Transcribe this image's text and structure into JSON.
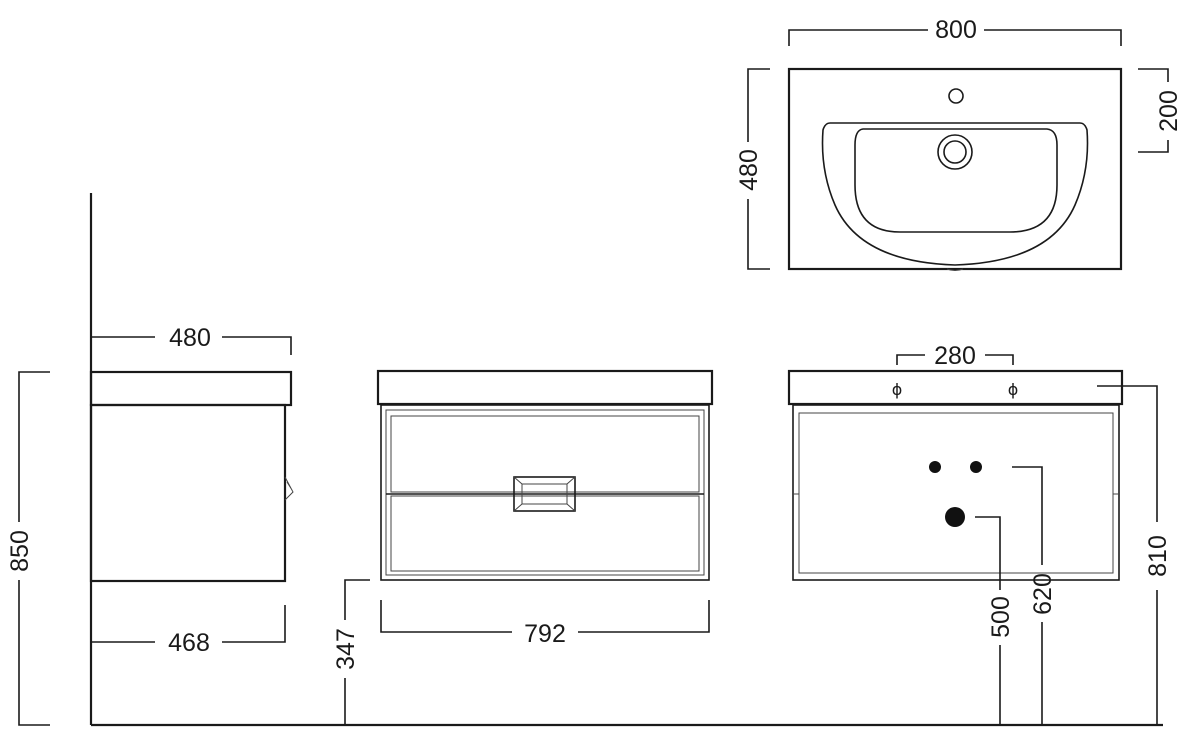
{
  "dimensions": {
    "top_width": "800",
    "top_depth": "480",
    "bowl_offset": "200",
    "side_depth": "480",
    "side_cabinet_depth": "468",
    "total_height": "850",
    "floor_clearance": "347",
    "front_width": "792",
    "tap_spacing": "280",
    "rear_height": "810",
    "waste_height": "500",
    "supply_height": "620"
  },
  "symbols": {
    "diameter": "ϕ"
  }
}
